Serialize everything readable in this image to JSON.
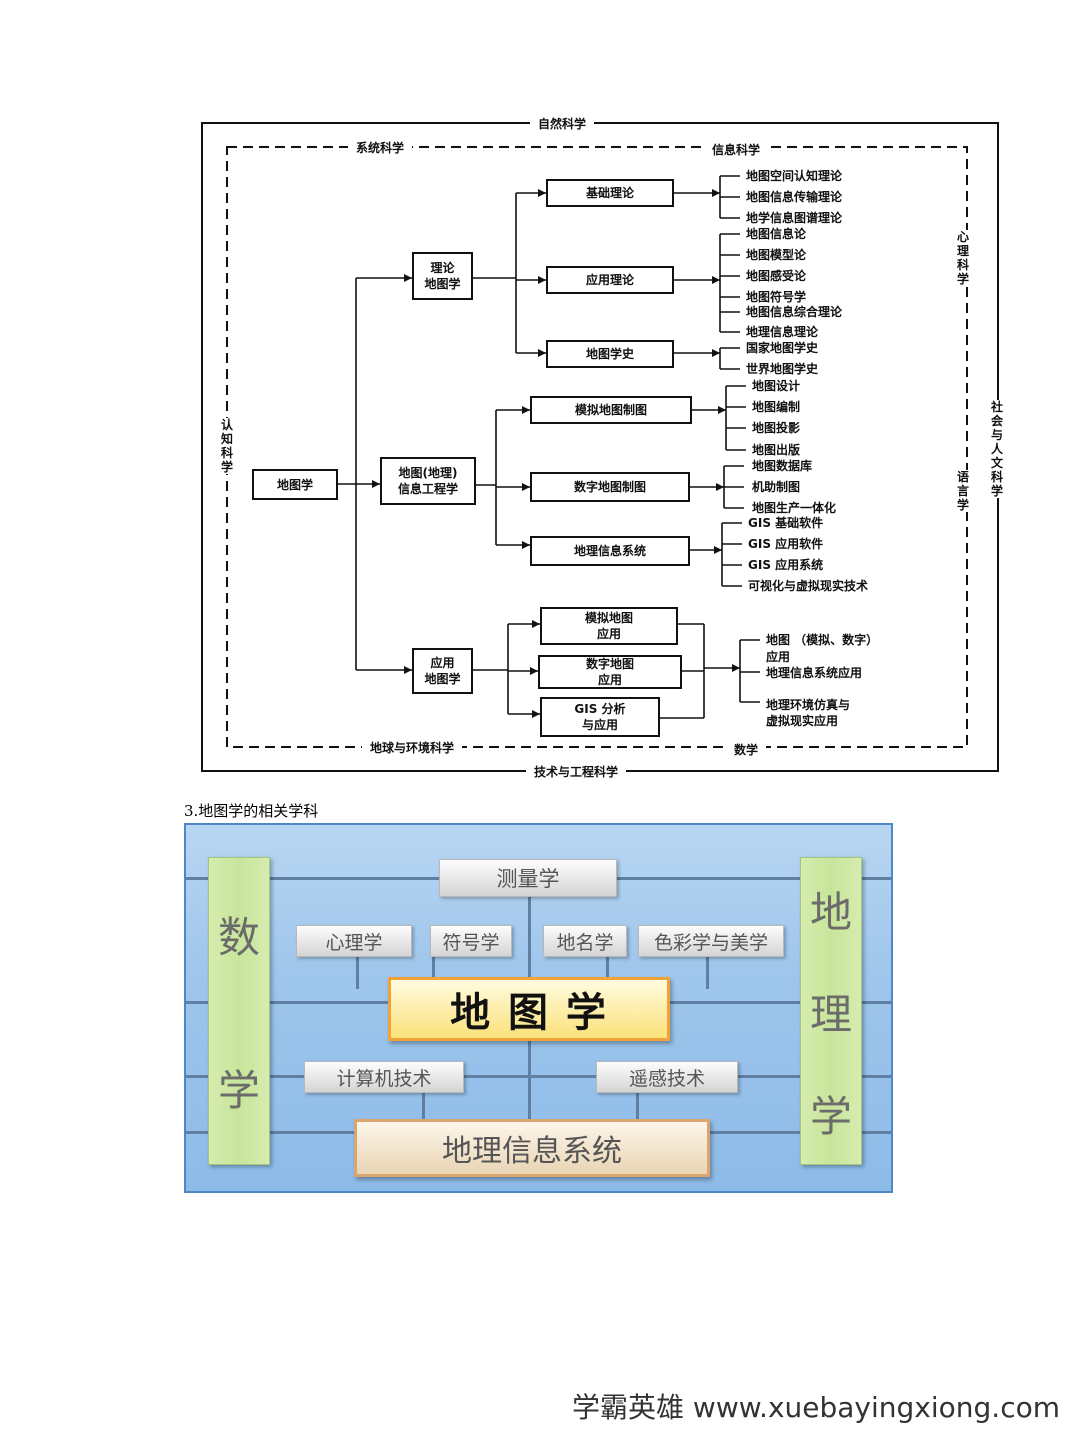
{
  "diagram": {
    "border": {
      "top": "自然科学",
      "bottom": "技术与工程科学",
      "left": "认知科学",
      "right": "社会与人文科学",
      "inner_top_left": "系统科学",
      "inner_top_right": "信息科学",
      "inner_bottom_left": "地球与环境科学",
      "inner_bottom_right": "数学",
      "inner_right_upper": "心理科学",
      "inner_right_lower": "语言学"
    },
    "root": "地图学",
    "branches": {
      "theory": {
        "line1": "理论",
        "line2": "地图学"
      },
      "engineering": {
        "line1": "地图(地理)",
        "line2": "信息工程学"
      },
      "applied": {
        "line1": "应用",
        "line2": "地图学"
      }
    },
    "theory_sub": {
      "basic": "基础理论",
      "applied": "应用理论",
      "history": "地图学史"
    },
    "basic_items": [
      "地图空间认知理论",
      "地图信息传输理论",
      "地学信息图谱理论"
    ],
    "applied_items": [
      "地图信息论",
      "地图模型论",
      "地图感受论",
      "地图符号学",
      "地图信息综合理论",
      "地理信息理论"
    ],
    "history_items": [
      "国家地图学史",
      "世界地图学史"
    ],
    "eng_sub": {
      "analog": "模拟地图制图",
      "digital": "数字地图制图",
      "gis": "地理信息系统"
    },
    "analog_items": [
      "地图设计",
      "地图编制",
      "地图投影",
      "地图出版"
    ],
    "digital_items": [
      "地图数据库",
      "机助制图",
      "地图生产一体化"
    ],
    "gis_items": [
      "GIS 基础软件",
      "GIS 应用软件",
      "GIS 应用系统",
      "可视化与虚拟现实技术"
    ],
    "app_sub": {
      "analog": {
        "line1": "模拟地图",
        "line2": "应用"
      },
      "digital": {
        "line1": "数字地图",
        "line2": "应用"
      },
      "gis": {
        "line1": "GIS 分析",
        "line2": "与应用"
      }
    },
    "app_items": {
      "item1_line1": "地图 （模拟、数字）",
      "item1_line2": "应用",
      "item2": "地理信息系统应用",
      "item3_line1": "地理环境仿真与",
      "item3_line2": "虚拟现实应用"
    }
  },
  "caption": "3.地图学的相关学科",
  "related": {
    "top": "测量学",
    "left_side": [
      "数",
      "学"
    ],
    "right_side": [
      "地",
      "理",
      "学"
    ],
    "upper_row": [
      "心理学",
      "符号学",
      "地名学",
      "色彩学与美学"
    ],
    "center": "地 图 学",
    "lower_row": [
      "计算机技术",
      "遥感技术"
    ],
    "bottom": "地理信息系统"
  },
  "watermark": "学霸英雄 www.xuebayingxiong.com"
}
